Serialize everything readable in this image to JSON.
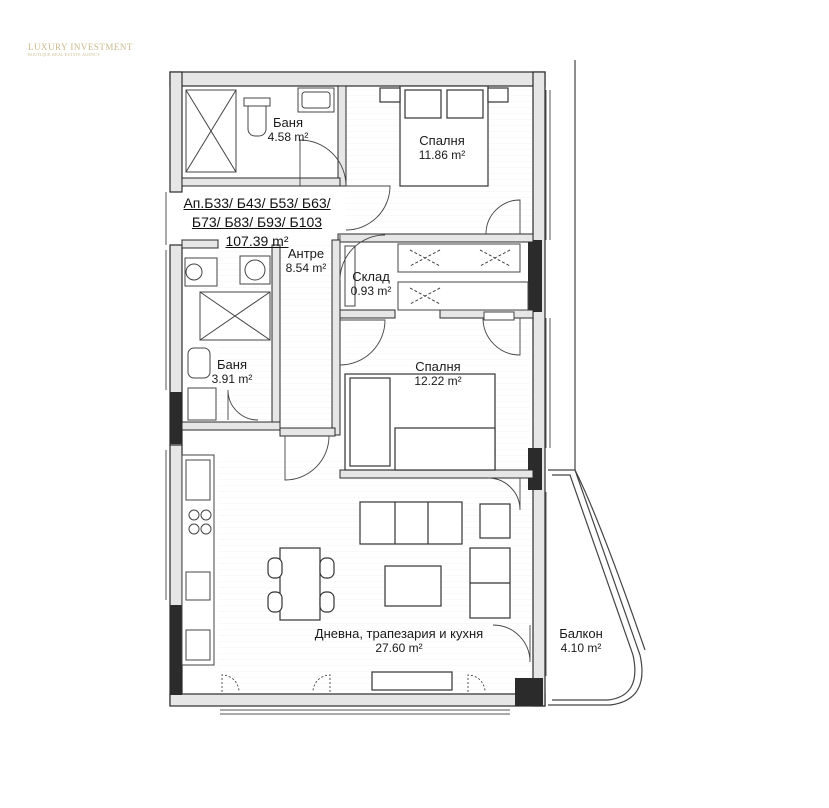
{
  "logo": {
    "title": "LUXURY INVESTMENT",
    "subtitle": "BOUTIQUE REAL ESTATE AGENCY"
  },
  "apartment": {
    "line1": "Ап.Б33/ Б43/ Б53/ Б63/",
    "line2": "Б73/ Б83/ Б93/ Б103",
    "area": "107.39 m²"
  },
  "rooms": {
    "bath1": {
      "name": "Баня",
      "area": "4.58 m²"
    },
    "bedroom1": {
      "name": "Спалня",
      "area": "11.86 m²"
    },
    "hall": {
      "name": "Антре",
      "area": "8.54 m²"
    },
    "storage": {
      "name": "Склад",
      "area": "0.93 m²"
    },
    "bath2": {
      "name": "Баня",
      "area": "3.91 m²"
    },
    "bedroom2": {
      "name": "Спалня",
      "area": "12.22 m²"
    },
    "living": {
      "name": "Дневна, трапезария и кухня",
      "area": "27.60 m²"
    },
    "balcony": {
      "name": "Балкон",
      "area": "4.10 m²"
    }
  },
  "colors": {
    "wall": "#2b2b2b",
    "wall_fill": "#e6e6e6",
    "line": "#444444",
    "window": "#555555",
    "logo": "#c9b98a"
  }
}
